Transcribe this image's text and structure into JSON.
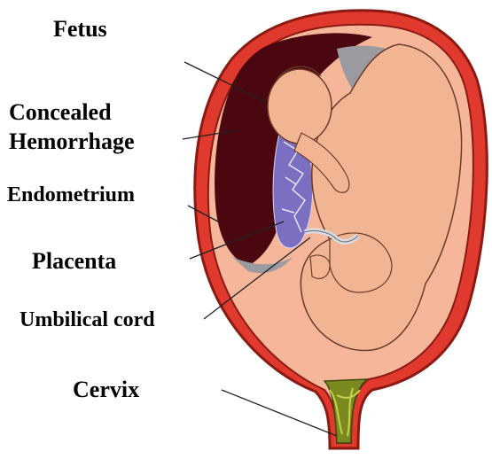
{
  "labels": {
    "fetus": "Fetus",
    "concealed_line1": "Concealed",
    "concealed_line2": "Hemorrhage",
    "endometrium": "Endometrium",
    "placenta": "Placenta",
    "umbilical_cord": "Umbilical cord",
    "cervix": "Cervix"
  },
  "colors": {
    "uterine_wall": "#e03a2e",
    "uterine_outline": "#8a1a12",
    "amniotic_space": "#f5b69a",
    "hemorrhage": "#4a0710",
    "fetus_skin": "#f2b594",
    "fetus_outline": "#6b3b2a",
    "placenta": "#7a6fc0",
    "membranes": "#9a9aa0",
    "cervix": "#7b8a1f"
  }
}
